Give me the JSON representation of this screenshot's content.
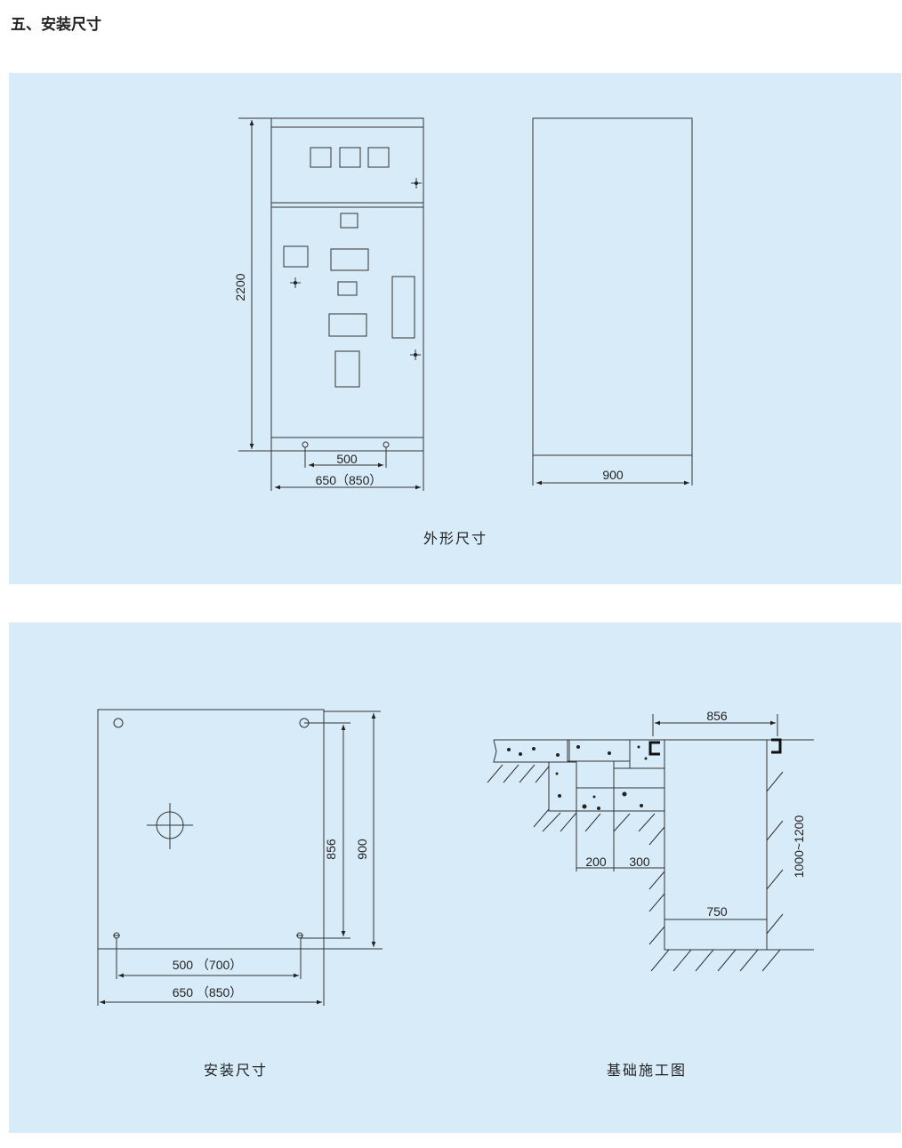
{
  "section_title": "五、安装尺寸",
  "outline": {
    "caption": "外形尺寸",
    "height_dim": "2200",
    "hole_spacing_dim": "500",
    "width_dim": "650（850）",
    "depth_dim": "900"
  },
  "installation": {
    "caption": "安装尺寸",
    "inner_depth_dim": "856",
    "depth_dim": "900",
    "hole_spacing_dim": "500 （700）",
    "width_dim": "650 （850）"
  },
  "foundation": {
    "caption": "基础施工图",
    "width_dim": "856",
    "dim_200": "200",
    "dim_300": "300",
    "pit_width_dim": "750",
    "pit_depth_dim": "1000~1200"
  },
  "colors": {
    "panel_bg": "#d8ebf9",
    "line": "#333333"
  }
}
